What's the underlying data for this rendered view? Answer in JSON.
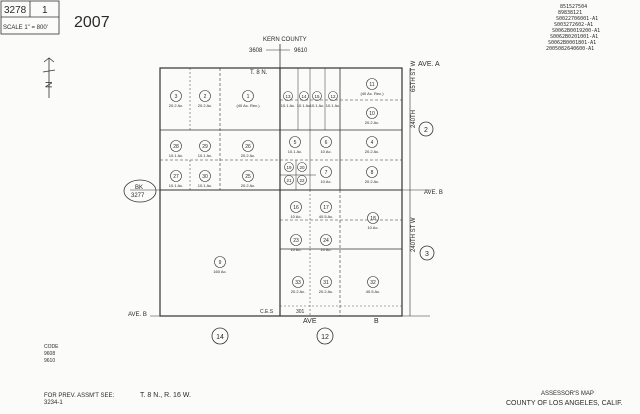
{
  "header": {
    "book": "3278",
    "page": "1",
    "scale_label": "SCALE 1\" = 800'",
    "year": "2007"
  },
  "top_right_notes": [
    "851527504",
    "89838121",
    "S0022706001-A1",
    "S003272602-A1",
    "S0062B0019200-A1",
    "S0062B0201001-A1",
    "S0062B0001801-A1",
    "2005082640600-A1"
  ],
  "labels": {
    "kern_county": "KERN COUNTY",
    "range_left": "3608",
    "range_right": "9610",
    "tsn_top": "T. 8 N.",
    "north": "N",
    "ave_a": "AVE. A",
    "st_w_65": "65TH ST W",
    "st_w_240": "240TH",
    "st_w_bottom": "240TH ST W",
    "ave_b_left": "AVE. B",
    "ave_b_right": "AVE. B",
    "ave_bottom": "AVE",
    "ave_b_letter": "B",
    "bk_label": "BK",
    "bk_number": "3277",
    "code_block": [
      "CODE",
      "9608",
      "9610"
    ],
    "road_note_bottom": "C.E.S",
    "road_note_301": "301"
  },
  "adjoining_pages": [
    {
      "id": "adj-2",
      "label": "2"
    },
    {
      "id": "adj-3",
      "label": "3"
    },
    {
      "id": "adj-14",
      "label": "14"
    },
    {
      "id": "adj-12",
      "label": "12"
    }
  ],
  "parcels": [
    {
      "n": "3",
      "acres": "20.2 Ac."
    },
    {
      "n": "2",
      "acres": "20.2 Ac."
    },
    {
      "n": "1",
      "acres": "(40 Ac. Rec.)"
    },
    {
      "n": "13",
      "acres": "10.1 Ac."
    },
    {
      "n": "14",
      "acres": "10.1 Ac."
    },
    {
      "n": "15",
      "acres": "10.1 Ac."
    },
    {
      "n": "12",
      "acres": "10.1 Ac."
    },
    {
      "n": "11",
      "acres": "(40 Ac. Rec.)"
    },
    {
      "n": "10",
      "acres": "20.2 Ac."
    },
    {
      "n": "28",
      "acres": "10.1 Ac."
    },
    {
      "n": "29",
      "acres": "10.1 Ac."
    },
    {
      "n": "26",
      "acres": "20.2 Ac."
    },
    {
      "n": "5",
      "acres": "10.1 Ac."
    },
    {
      "n": "6",
      "acres": "10 Ac."
    },
    {
      "n": "4",
      "acres": "20.2 Ac."
    },
    {
      "n": "27",
      "acres": "10.1 Ac."
    },
    {
      "n": "30",
      "acres": "10.1 Ac."
    },
    {
      "n": "25",
      "acres": "20.2 Ac."
    },
    {
      "n": "19",
      "acres": ""
    },
    {
      "n": "20",
      "acres": ""
    },
    {
      "n": "21",
      "acres": ""
    },
    {
      "n": "22",
      "acres": ""
    },
    {
      "n": "7",
      "acres": "10 Ac."
    },
    {
      "n": "8",
      "acres": "20.2 Ac."
    },
    {
      "n": "16",
      "acres": "10 Ac."
    },
    {
      "n": "17",
      "acres": "40.5 Ac."
    },
    {
      "n": "18",
      "acres": "10 Ac."
    },
    {
      "n": "23",
      "acres": "10 Ac."
    },
    {
      "n": "9",
      "acres": "160 Ac."
    },
    {
      "n": "24",
      "acres": "10 Ac."
    },
    {
      "n": "33",
      "acres": "20.2 Ac."
    },
    {
      "n": "31",
      "acres": "20.2 Ac."
    },
    {
      "n": "32",
      "acres": "40.5 Ac."
    }
  ],
  "footer": {
    "prev_assmt": "FOR PREV. ASSM'T SEE:",
    "prev_assmt_ref": "3234-1",
    "tsn_bottom": "T. 8 N., R. 16 W.",
    "assessor_map": "ASSESSOR'S MAP",
    "county": "COUNTY OF LOS ANGELES, CALIF."
  }
}
